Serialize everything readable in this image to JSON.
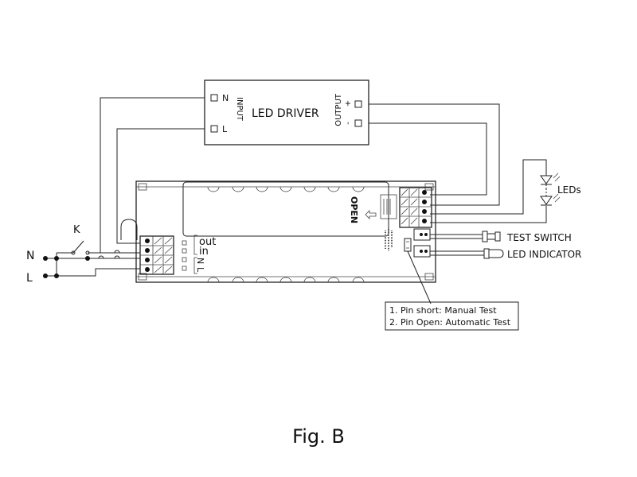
{
  "driver": {
    "title": "LED DRIVER",
    "input_label": "INPUT",
    "output_label": "OUTPUT",
    "pin_n": "N",
    "pin_l": "L",
    "out_plus": "+",
    "out_minus": "-"
  },
  "mains": {
    "n_label": "N",
    "l_label": "L",
    "switch_label": "K"
  },
  "module": {
    "open_label": "OPEN",
    "out_label": "out",
    "in_label": "in",
    "n_label": "N",
    "l_label": "L"
  },
  "leds_label": "LEDs",
  "test_switch_label": "TEST SWITCH",
  "led_indicator_label": "LED INDICATOR",
  "notes": [
    "1. Pin short: Manual Test",
    "2. Pin Open: Automatic Test"
  ],
  "figure_label": "Fig. B"
}
